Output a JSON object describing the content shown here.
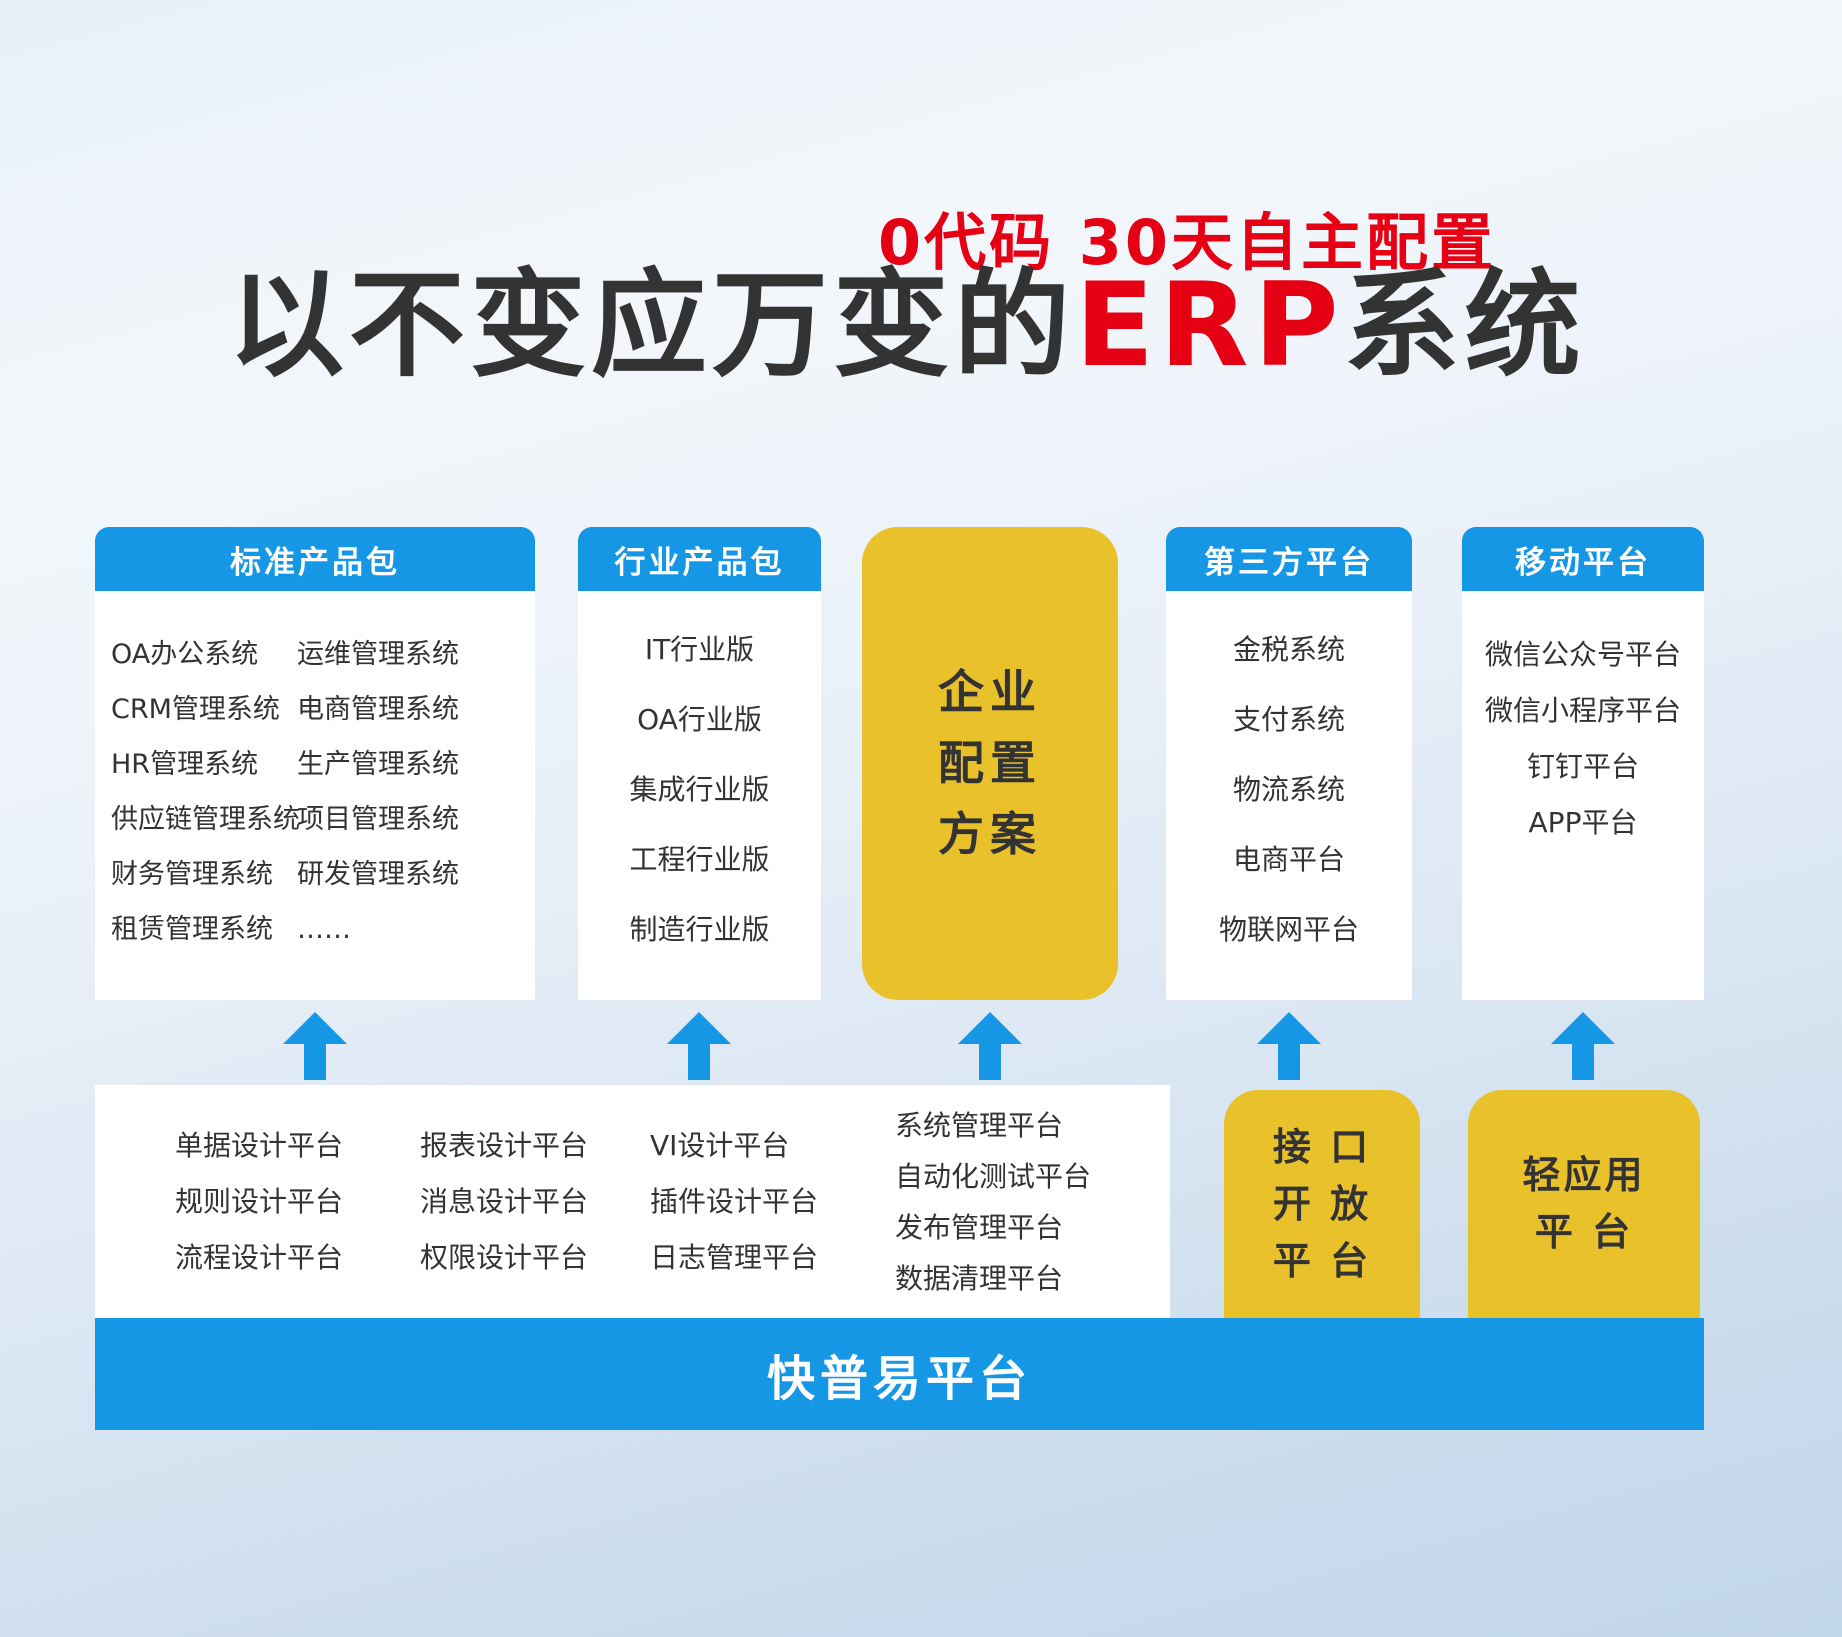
{
  "colors": {
    "blue": "#1697e6",
    "yellow": "#e9c22b",
    "red": "#e60013",
    "dark_text": "#333333"
  },
  "title": {
    "tagline": "0代码  30天自主配置",
    "main_prefix": "以不变应万变的",
    "main_highlight": "ERP",
    "main_suffix": "系统"
  },
  "columns": {
    "standard": {
      "header": "标准产品包",
      "left_items": [
        "OA办公系统",
        "CRM管理系统",
        "HR管理系统",
        "供应链管理系统",
        "财务管理系统",
        "租赁管理系统"
      ],
      "right_items": [
        "运维管理系统",
        "电商管理系统",
        "生产管理系统",
        "项目管理系统",
        "研发管理系统",
        "……"
      ]
    },
    "industry": {
      "header": "行业产品包",
      "items": [
        "IT行业版",
        "OA行业版",
        "集成行业版",
        "工程行业版",
        "制造行业版"
      ]
    },
    "solution": {
      "lines": [
        "企业",
        "配置",
        "方案"
      ]
    },
    "third_party": {
      "header": "第三方平台",
      "items": [
        "金税系统",
        "支付系统",
        "物流系统",
        "电商平台",
        "物联网平台"
      ]
    },
    "mobile": {
      "header": "移动平台",
      "items": [
        "微信公众号平台",
        "微信小程序平台",
        "钉钉平台",
        "APP平台"
      ]
    }
  },
  "platform_box": {
    "col1": [
      "单据设计平台",
      "规则设计平台",
      "流程设计平台"
    ],
    "col2": [
      "报表设计平台",
      "消息设计平台",
      "权限设计平台"
    ],
    "col3": [
      "VI设计平台",
      "插件设计平台",
      "日志管理平台"
    ],
    "col4": [
      "系统管理平台",
      "自动化测试平台",
      "发布管理平台",
      "数据清理平台"
    ]
  },
  "side_boxes": {
    "interface": {
      "lines": [
        "接 口",
        "开 放",
        "平 台"
      ]
    },
    "light_app": {
      "lines": [
        "轻应用",
        "平 台"
      ]
    }
  },
  "footer": {
    "label": "快普易平台"
  }
}
